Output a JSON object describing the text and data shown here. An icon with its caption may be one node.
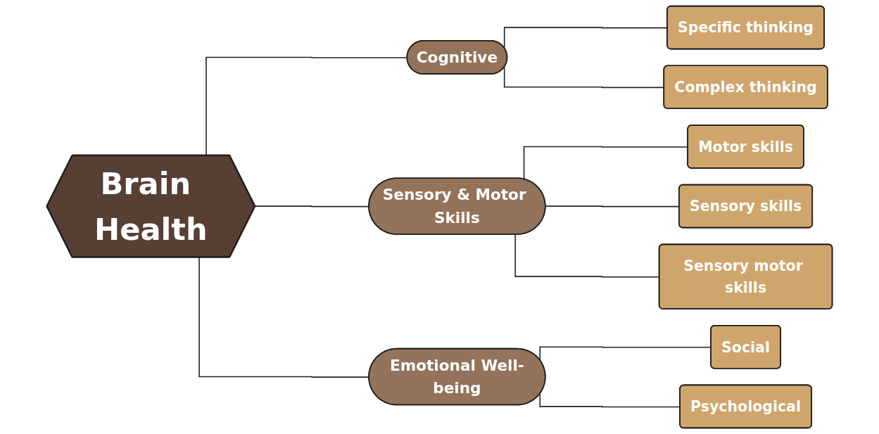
{
  "diagram": {
    "nodes": [
      {
        "text": [
          "Brain Health"
        ]
      },
      {
        "text": [
          "Cognitive"
        ]
      },
      {
        "text": [
          "Sensory & Motor Skills"
        ]
      },
      {
        "text": [
          "Emotional Well-being"
        ]
      },
      {
        "text": [
          "Specific thinking"
        ]
      },
      {
        "text": [
          "Complex thinking"
        ]
      },
      {
        "text": [
          "Motor skills"
        ]
      },
      {
        "text": [
          "Sensory skills"
        ]
      },
      {
        "text": [
          "Sensory motor skills"
        ]
      },
      {
        "text": [
          "Social"
        ]
      },
      {
        "text": [
          "Psychological"
        ]
      }
    ],
    "edges": [
      {
        "from": 0,
        "to": 1,
        "arrow": "none"
      },
      {
        "from": 0,
        "to": 2,
        "arrow": "none"
      },
      {
        "from": 0,
        "to": 3,
        "arrow": "none"
      },
      {
        "from": 1,
        "to": 4,
        "arrow": "none"
      },
      {
        "from": 1,
        "to": 5,
        "arrow": "none"
      },
      {
        "from": 2,
        "to": 6,
        "arrow": "none"
      },
      {
        "from": 2,
        "to": 7,
        "arrow": "none"
      },
      {
        "from": 2,
        "to": 8,
        "arrow": "none"
      },
      {
        "from": 3,
        "to": 9,
        "arrow": "none"
      },
      {
        "from": 3,
        "to": 10,
        "arrow": "none"
      }
    ]
  }
}
